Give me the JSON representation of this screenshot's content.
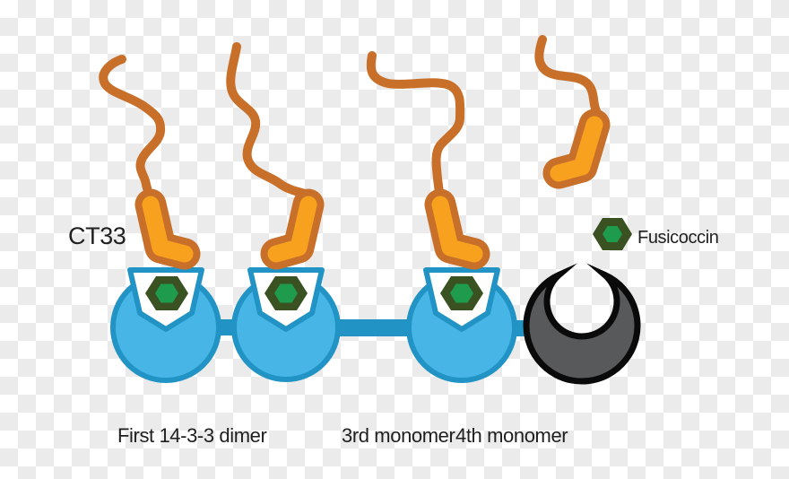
{
  "figure": {
    "labels": {
      "ct33": "CT33",
      "fusicoccin": "Fusicoccin",
      "first_dimer": "First 14-3-3 dimer",
      "third_monomer": "3rd monomer",
      "fourth_monomer": "4th monomer"
    },
    "colors": {
      "peptide_fill": "#F7A11F",
      "peptide_outline": "#C8702A",
      "monomer_fill": "#47B6E7",
      "monomer_outline": "#2193C4",
      "pocket_fill": "#FFFFFF",
      "fusicoccin_outer": "#3A5222",
      "fusicoccin_inner": "#1F9B4E",
      "fourth_monomer_fill": "#58595B",
      "fourth_monomer_outline": "#0A0A0A",
      "label_text": "#1F1F1F",
      "checker_gray": "#EBEBEB",
      "checker_white": "#FFFFFF"
    }
  }
}
